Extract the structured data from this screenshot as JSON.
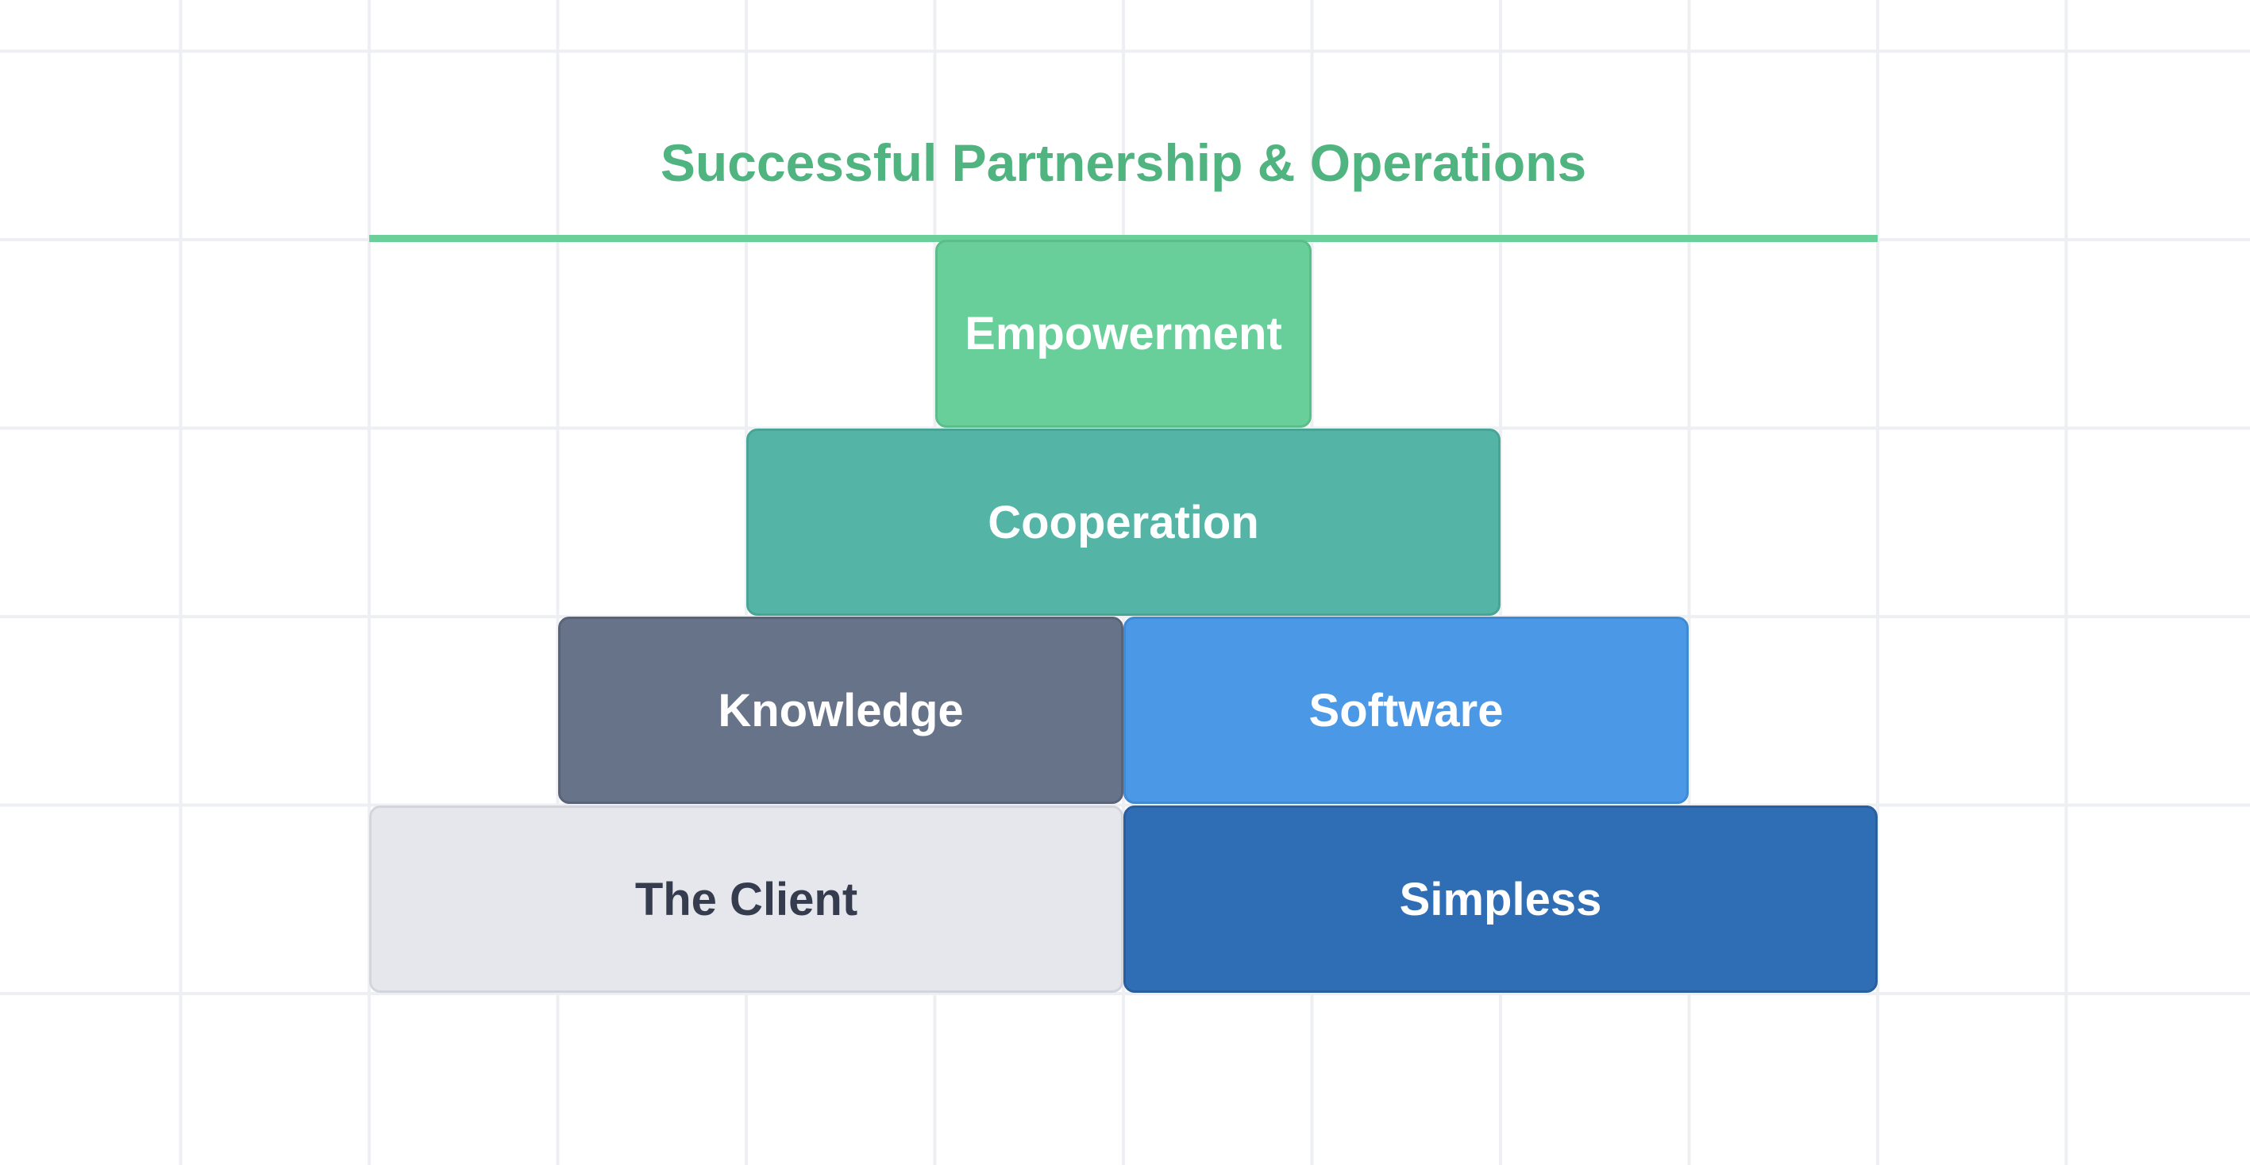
{
  "diagram": {
    "title": "Successful Partnership & Operations",
    "levels": {
      "top": "Empowerment",
      "second": "Cooperation",
      "third_left": "Knowledge",
      "third_right": "Software",
      "base_left": "The Client",
      "base_right": "Simpless"
    },
    "colors": {
      "title": "#4fb47f",
      "empowerment": "#68cf9a",
      "cooperation": "#54b5a6",
      "knowledge": "#677388",
      "software": "#4a98e6",
      "the_client": "#e6e7ec",
      "simpless": "#2f6eb5"
    }
  }
}
